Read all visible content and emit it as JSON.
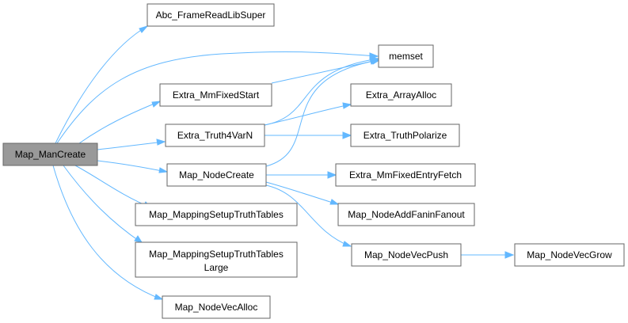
{
  "nodes": {
    "map_mancreate": "Map_ManCreate",
    "abc_framereadlibsuper": "Abc_FrameReadLibSuper",
    "memset": "memset",
    "extra_mmfixedstart": "Extra_MmFixedStart",
    "extra_arrayalloc": "Extra_ArrayAlloc",
    "extra_truth4varn": "Extra_Truth4VarN",
    "extra_truthpolarize": "Extra_TruthPolarize",
    "map_nodecreate": "Map_NodeCreate",
    "extra_mmfixedentryfetch": "Extra_MmFixedEntryFetch",
    "map_mappingsetuptruthtables": "Map_MappingSetupTruthTables",
    "map_nodeaddfaninfanout": "Map_NodeAddFaninFanout",
    "map_mappingsetuptruthtableslarge_line1": "Map_MappingSetupTruthTables",
    "map_mappingsetuptruthtableslarge_line2": "Large",
    "map_nodevecpush": "Map_NodeVecPush",
    "map_nodevecgrow": "Map_NodeVecGrow",
    "map_nodevecalloc": "Map_NodeVecAlloc"
  },
  "edges": [
    [
      "map_mancreate",
      "abc_framereadlibsuper"
    ],
    [
      "map_mancreate",
      "memset"
    ],
    [
      "map_mancreate",
      "extra_mmfixedstart"
    ],
    [
      "map_mancreate",
      "extra_truth4varn"
    ],
    [
      "map_mancreate",
      "map_nodecreate"
    ],
    [
      "map_mancreate",
      "map_mappingsetuptruthtables"
    ],
    [
      "map_mancreate",
      "map_mappingsetuptruthtableslarge"
    ],
    [
      "map_mancreate",
      "map_nodevecalloc"
    ],
    [
      "extra_mmfixedstart",
      "memset"
    ],
    [
      "extra_truth4varn",
      "extra_arrayalloc"
    ],
    [
      "extra_truth4varn",
      "memset"
    ],
    [
      "extra_truth4varn",
      "extra_truthpolarize"
    ],
    [
      "map_nodecreate",
      "memset"
    ],
    [
      "map_nodecreate",
      "extra_mmfixedentryfetch"
    ],
    [
      "map_nodecreate",
      "map_nodeaddfaninfanout"
    ],
    [
      "map_nodecreate",
      "map_nodevecpush"
    ],
    [
      "map_nodevecpush",
      "map_nodevecgrow"
    ]
  ]
}
